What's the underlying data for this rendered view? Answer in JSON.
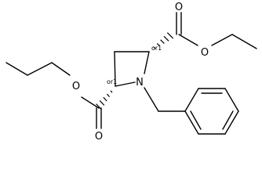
{
  "molecule": {
    "atoms": {
      "ring_nitrogen": "N",
      "right_carbonyl_oxygen": "O",
      "right_ester_oxygen": "O",
      "left_carbonyl_oxygen": "O",
      "left_ester_oxygen": "O"
    },
    "stereo_labels": {
      "right_stereocenter": "or1",
      "left_stereocenter": "or1"
    }
  }
}
